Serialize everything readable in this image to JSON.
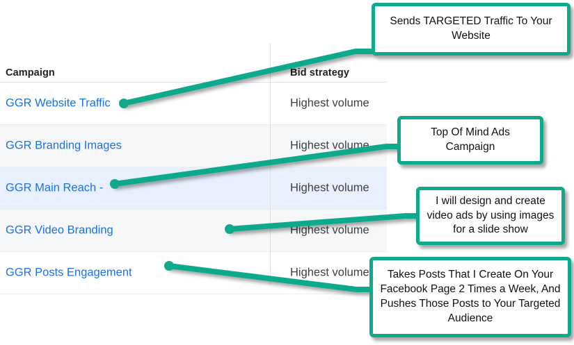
{
  "table": {
    "columns": [
      {
        "key": "campaign",
        "label": "Campaign"
      },
      {
        "key": "bid_strategy",
        "label": "Bid strategy"
      }
    ],
    "rows": [
      {
        "campaign": "GGR Website Traffic",
        "bid_strategy": "Highest volume",
        "style": "plain"
      },
      {
        "campaign": "GGR Branding Images",
        "bid_strategy": "Highest volume",
        "style": "alt"
      },
      {
        "campaign": "GGR Main Reach -",
        "bid_strategy": "Highest volume",
        "style": "sel"
      },
      {
        "campaign": "GGR Video Branding",
        "bid_strategy": "Highest volume",
        "style": "alt"
      },
      {
        "campaign": "GGR Posts Engagement",
        "bid_strategy": "Highest volume",
        "style": "plain"
      }
    ]
  },
  "annotations": [
    {
      "id": "callout-website-traffic",
      "text": "Sends TARGETED Traffic To Your Website"
    },
    {
      "id": "callout-top-of-mind",
      "text": "Top Of Mind Ads Campaign"
    },
    {
      "id": "callout-video-ads",
      "text": "I will design and create video ads by using images for a slide show"
    },
    {
      "id": "callout-posts-engagement",
      "text": "Takes Posts That I Create On Your Facebook Page 2 Times a Week, And Pushes Those Posts to Your Targeted Audience"
    }
  ],
  "colors": {
    "accent_teal": "#0FA98C",
    "link_blue": "#1a73e8",
    "selected_row": "#e8f0fe",
    "alt_row": "#f6f7f8",
    "header_text": "#202124",
    "body_text": "#3c4043",
    "divider": "#e0e0e0"
  }
}
